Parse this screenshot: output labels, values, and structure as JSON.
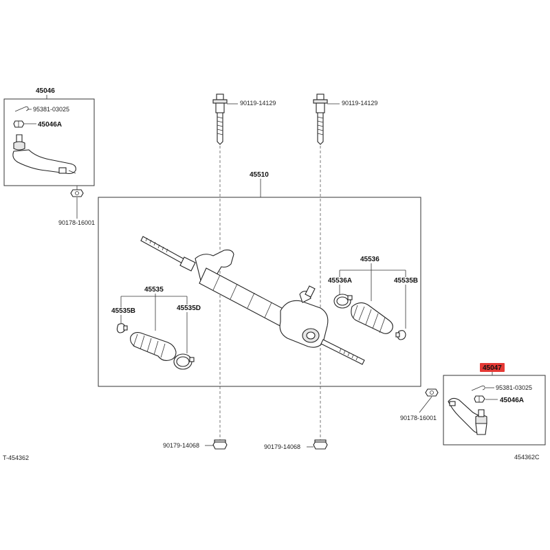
{
  "labels": {
    "tie_rod_end_lh": "45046",
    "cotter_pin_lh": "95381-03025",
    "nut_lh": "45046A",
    "nut_lh_lower": "90178-16001",
    "bolt_1": "90119-14129",
    "bolt_2": "90119-14129",
    "rack_assembly": "45510",
    "boot_kit_rh": "45536",
    "clip_rh_a": "45536A",
    "clip_rh_b": "45535B",
    "boot_kit_lh": "45535",
    "clip_lh_b": "45535B",
    "clip_lh_d": "45535D",
    "tie_rod_end_rh": "45047",
    "cotter_pin_rh": "95381-03025",
    "nut_rh": "45046A",
    "nut_rh_lower": "90178-16001",
    "bolt_nut_1": "90179-14068",
    "bolt_nut_2": "90179-14068",
    "ref_left": "T-454362",
    "ref_right": "454362C"
  },
  "highlight_color": "#e53935"
}
